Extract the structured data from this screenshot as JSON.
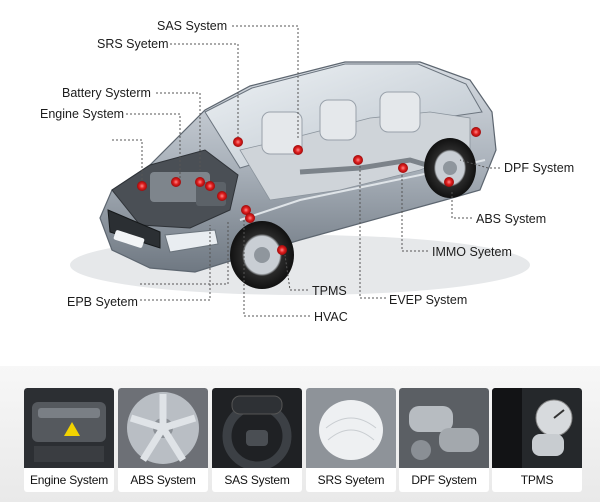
{
  "diagram_labels": {
    "sas": "SAS System",
    "srs": "SRS Syetem",
    "battery": "Battery Systerm",
    "engine": "Engine System",
    "dpf": "DPF System",
    "abs": "ABS System",
    "immo": "IMMO Syetem",
    "evep": "EVEP System",
    "tpms": "TPMS",
    "hvac": "HVAC",
    "epb": "EPB Syetem"
  },
  "thumbnails": [
    {
      "caption": "Engine System",
      "icon": "engine-photo"
    },
    {
      "caption": "ABS System",
      "icon": "wheel-rim-photo"
    },
    {
      "caption": "SAS System",
      "icon": "steering-wheel-photo"
    },
    {
      "caption": "SRS Syetem",
      "icon": "airbag-photo"
    },
    {
      "caption": "DPF System",
      "icon": "exhaust-filter-photo"
    },
    {
      "caption": "TPMS",
      "icon": "tire-pressure-gauge-photo"
    }
  ],
  "colors": {
    "hotspot": "#e01e1e",
    "car_body": "#9aa3ad",
    "leader_line": "#555555"
  }
}
